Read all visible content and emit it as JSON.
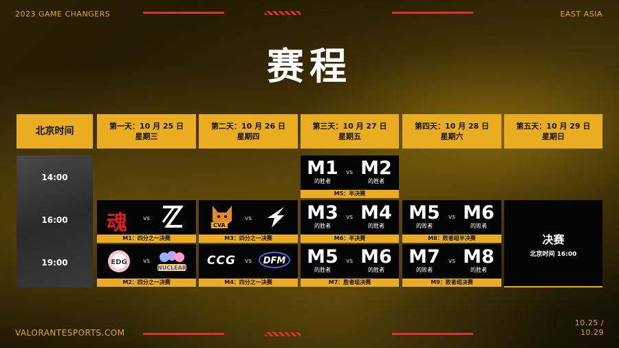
{
  "top_left": "2023 GAME CHANGERS",
  "top_right": "EAST ASIA",
  "title": "赛程",
  "bottom_left": "VALORANTESPORTS.COM",
  "bottom_right_1": "10.25 /",
  "bottom_right_2": "10.29",
  "headers": {
    "time": "北京时间",
    "d1a": "第一天：10 月 25 日",
    "d1b": "星期三",
    "d2a": "第二天：10 月 26 日",
    "d2b": "星期四",
    "d3a": "第三天：10 月 27 日",
    "d3b": "星期五",
    "d4a": "第四天：10 月 28 日",
    "d4b": "星期六",
    "d5a": "第五天：10 月 29 日",
    "d5b": "星期日"
  },
  "times": [
    "14:00",
    "16:00",
    "19:00"
  ],
  "vs": "vs",
  "matches": {
    "m1": "M1：四分之一决赛",
    "m2": "M2：四分之一决赛",
    "m3": "M3：四分之一决赛",
    "m4": "M4：四分之一决赛",
    "m5": "M5：半决赛",
    "m6": "M6：半决赛",
    "m7": "M7：胜者组决赛",
    "m8": "M8：败者组半决赛",
    "m9": "M9：败者组决赛"
  },
  "slots": {
    "day3_1400": [
      {
        "m": "M1",
        "s": "的胜者"
      },
      {
        "m": "M2",
        "s": "的胜者"
      }
    ],
    "day3_1600": [
      {
        "m": "M3",
        "s": "的胜者"
      },
      {
        "m": "M4",
        "s": "的胜者"
      }
    ],
    "day3_1900": [
      {
        "m": "M5",
        "s": "的胜者"
      },
      {
        "m": "M6",
        "s": "的胜者"
      }
    ],
    "day4_1600": [
      {
        "m": "M5",
        "s": "的败者"
      },
      {
        "m": "M6",
        "s": "的败者"
      }
    ],
    "day4_1900": [
      {
        "m": "M7",
        "s": "的败者"
      },
      {
        "m": "M8",
        "s": "的胜者"
      }
    ]
  },
  "teams": {
    "m1a": "魂",
    "m4a": "CCG",
    "m3a": "CVA",
    "m2a": "EDG"
  },
  "final": {
    "title": "决赛",
    "time": "北京时间 16:00"
  },
  "colors": {
    "accent": "#eaad22",
    "red": "#e03030"
  }
}
